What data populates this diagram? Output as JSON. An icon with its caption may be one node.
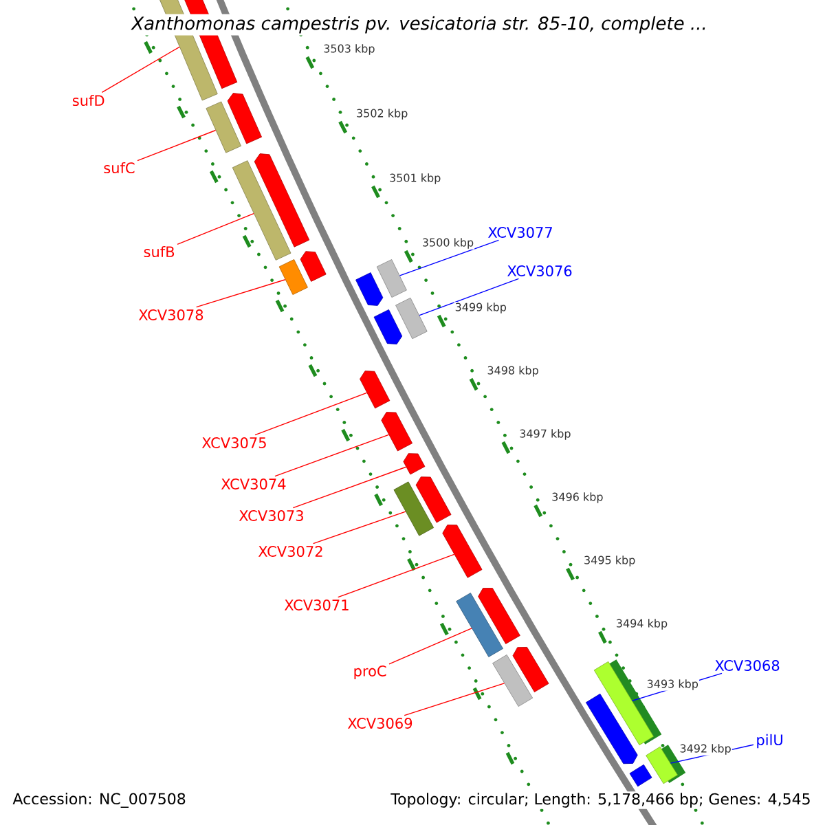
{
  "diagram": {
    "title": "Xanthomonas campestris pv. vesicatoria str. 85-10, complete ...",
    "nodes": [
      {
        "text": [
          "sufD"
        ]
      },
      {
        "text": [
          "sufC"
        ]
      },
      {
        "text": [
          "XCV3077"
        ]
      },
      {
        "text": [
          "sufB"
        ]
      },
      {
        "text": [
          "XCV3076"
        ]
      },
      {
        "text": [
          "XCV3078"
        ]
      },
      {
        "text": [
          "XCV3075"
        ]
      },
      {
        "text": [
          "XCV3074"
        ]
      },
      {
        "text": [
          "XCV3073"
        ]
      },
      {
        "text": [
          "XCV3072"
        ]
      },
      {
        "text": [
          "XCV3071"
        ]
      },
      {
        "text": [
          "XCV3068"
        ]
      },
      {
        "text": [
          "proC"
        ]
      },
      {
        "text": [
          "XCV3069"
        ]
      },
      {
        "text": [
          "pilU"
        ]
      },
      {
        "text": [],
        "shape": "box"
      },
      {
        "text": [],
        "shape": "box"
      },
      {
        "text": [],
        "shape": "box"
      },
      {
        "text": [],
        "shape": "box"
      },
      {
        "text": [],
        "shape": "box"
      },
      {
        "text": [],
        "shape": "box"
      },
      {
        "text": [],
        "shape": "arrow"
      },
      {
        "text": [],
        "shape": "arrow"
      },
      {
        "text": [],
        "shape": "arrow"
      },
      {
        "text": [],
        "shape": "box"
      },
      {
        "text": [],
        "shape": "arrow"
      },
      {
        "text": [],
        "shape": "box"
      },
      {
        "text": [],
        "shape": "box"
      },
      {
        "text": [],
        "shape": "box"
      },
      {
        "text": [],
        "shape": "box"
      }
    ],
    "edges": [
      {
        "from": 0,
        "to": 15,
        "arrow": "none"
      },
      {
        "from": 1,
        "to": 16,
        "arrow": "none"
      },
      {
        "from": 2,
        "to": 17,
        "arrow": "none",
        "color": "#0000ff"
      },
      {
        "from": 3,
        "to": 18,
        "arrow": "none"
      },
      {
        "from": 4,
        "to": 19,
        "arrow": "none",
        "color": "#0000ff"
      },
      {
        "from": 5,
        "to": 20,
        "arrow": "none"
      },
      {
        "from": 6,
        "to": 21,
        "arrow": "none"
      },
      {
        "from": 7,
        "to": 22,
        "arrow": "none"
      },
      {
        "from": 8,
        "to": 23,
        "arrow": "none"
      },
      {
        "from": 9,
        "to": 24,
        "arrow": "none"
      },
      {
        "from": 10,
        "to": 25,
        "arrow": "none"
      },
      {
        "from": 11,
        "to": 26,
        "arrow": "none",
        "color": "#0000ff"
      },
      {
        "from": 12,
        "to": 27,
        "arrow": "none"
      },
      {
        "from": 13,
        "to": 28,
        "arrow": "none"
      },
      {
        "from": 14,
        "to": 29,
        "arrow": "none",
        "color": "#0000ff"
      }
    ],
    "labels": [
      "3503 kbp",
      "3502 kbp",
      "3501 kbp",
      "3500 kbp",
      "3499 kbp",
      "3498 kbp",
      "3497 kbp",
      "3496 kbp",
      "3495 kbp",
      "3494 kbp",
      "3493 kbp",
      "3492 kbp",
      "Accession: NC_007508",
      "Topology: circular; Length: 5,178,466 bp; Genes: 4,545"
    ]
  }
}
